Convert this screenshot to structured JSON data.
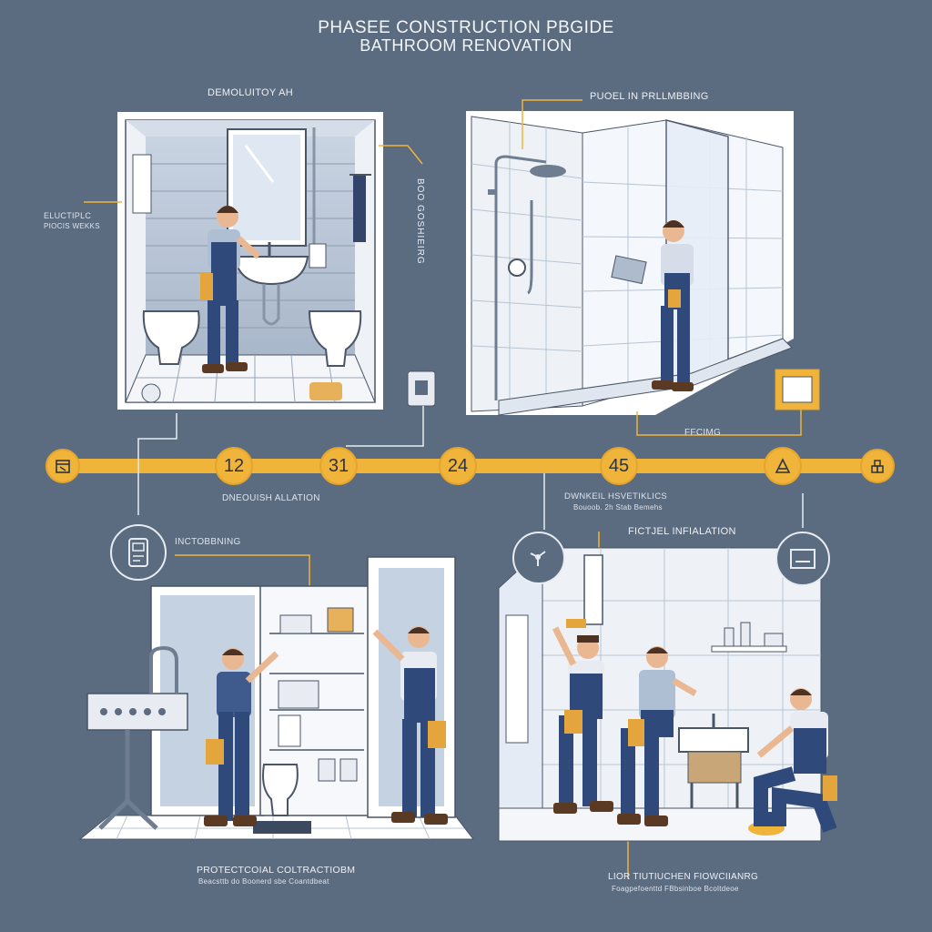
{
  "header": {
    "title_line1": "PHASEE CONSTRUCTION PBGIDE",
    "title_line2": "BATHROOM RENOVATION"
  },
  "phases": {
    "demolition": "DEMOLUITOY AH",
    "plumbing": "PUOEL IN PRLLMBBING",
    "electric_1": "ELUCTIPLC",
    "electric_2": "PIOCIS WEKKS",
    "vertical_note": "BOO GOSHIEIRG",
    "ffcing": "FFCIMG",
    "install": "DNEOUISH ALLATION",
    "drywall": "DWNKEIL HSVETIKLICS",
    "drywall_sub": "Bouoob. 2h Stab Bemehs",
    "fixture": "FICTJEL INFIALATION",
    "incto": "INCTOBBNING",
    "protect": "PROTECTCOIAL COLTRACTIOBM",
    "protect_sub": "Beacsttb do Boonerd sbe Coantdbeat",
    "lor": "LIOR TIUTIUCHEN FIOWCIIANRG",
    "lor_sub": "Foagpefoenttd FBbsinboe Bcoltdeoe"
  },
  "timeline": {
    "steps": [
      "12",
      "31",
      "24",
      "45"
    ]
  },
  "colors": {
    "background": "#5b6b80",
    "accent": "#f0b43a",
    "line": "#e8ecf2",
    "overall": "#3f5a8c"
  },
  "icons": [
    "calendar-icon",
    "meter-icon",
    "box-icon",
    "faucet-icon",
    "tile-icon",
    "tools-icon",
    "window-icon",
    "drill-icon"
  ]
}
